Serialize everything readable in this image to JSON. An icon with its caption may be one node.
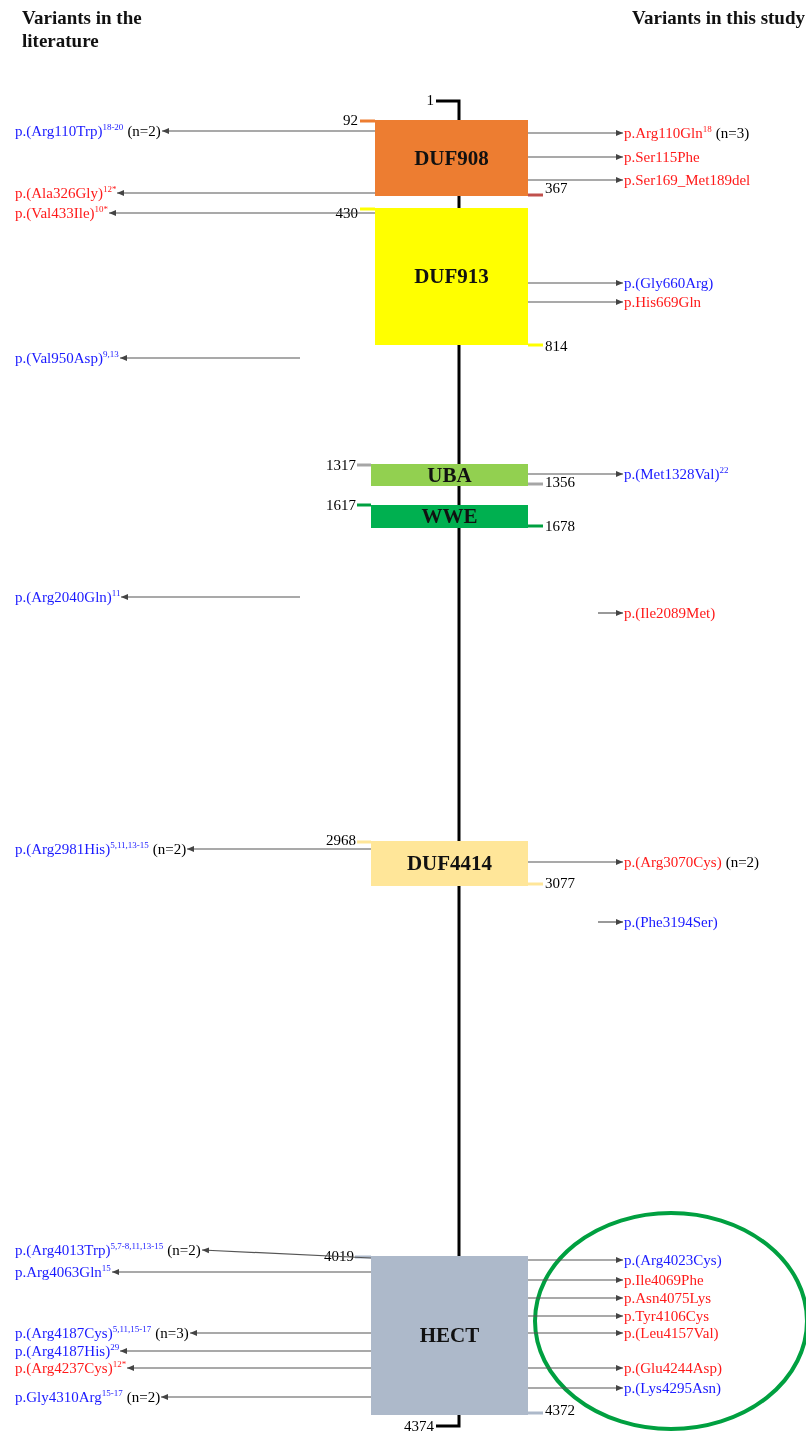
{
  "diagram": {
    "nodes": [
      {
        "text": [
          "DUF908"
        ],
        "beside": [
          "92",
          "367"
        ]
      },
      {
        "text": [
          "DUF913"
        ],
        "beside": [
          "430",
          "814"
        ]
      },
      {
        "text": [
          "UBA"
        ],
        "beside": [
          "1317",
          "1356"
        ]
      },
      {
        "text": [
          "WWE"
        ],
        "beside": [
          "1617",
          "1678"
        ]
      },
      {
        "text": [
          "DUF4414"
        ],
        "beside": [
          "2968",
          "3077"
        ]
      },
      {
        "text": [
          "HECT"
        ],
        "beside": [
          "4019",
          "4372"
        ]
      },
      {
        "text": [],
        "shape": "ellipse"
      },
      {
        "text": [
          "p.(Arg110Trp)$^{18-20}$",
          "(n=2)"
        ]
      },
      {
        "text": [
          "p.(Ala326Gly)$^{12*}$"
        ]
      },
      {
        "text": [
          "p.(Val433Ile)$^{10*}$"
        ]
      },
      {
        "text": [
          "p.(Val950Asp)$^{9,13}$"
        ]
      },
      {
        "text": [
          "p.(Arg2040Gln)$^{11}$"
        ]
      },
      {
        "text": [
          "p.(Arg2981His)$^{5,11,13-15}$",
          "(n=2)"
        ]
      },
      {
        "text": [
          "p.(Arg4013Trp)$^{5,7-8,11,13-15}$",
          "(n=2)"
        ]
      },
      {
        "text": [
          "p.Arg4063Gln$^{15}$"
        ]
      },
      {
        "text": [
          "p.(Arg4187Cys)$^{5,11,15-17}$",
          "(n=3)"
        ]
      },
      {
        "text": [
          "p.(Arg4187His)$^{29}$"
        ]
      },
      {
        "text": [
          "p.(Arg4237Cys)$^{12*}$"
        ]
      },
      {
        "text": [
          "p.Gly4310Arg$^{15-17}$",
          "(n=2)"
        ]
      },
      {
        "text": [
          "p.Arg110Gln$^{18}$",
          "(n=3)"
        ]
      },
      {
        "text": [
          "p.Ser115Phe"
        ]
      },
      {
        "text": [
          "p.Ser169_Met189del"
        ]
      },
      {
        "text": [
          "p.(Gly660Arg)"
        ]
      },
      {
        "text": [
          "p.His669Gln"
        ]
      },
      {
        "text": [
          "p.(Met1328Val)$^{22}$"
        ]
      },
      {
        "text": [
          "p.(Ile2089Met)"
        ]
      },
      {
        "text": [
          "p.(Arg3070Cys)",
          "(n=2)"
        ]
      },
      {
        "text": [
          "p.(Phe3194Ser)"
        ]
      },
      {
        "text": [
          "p.(Arg4023Cys)"
        ],
        "in": 6
      },
      {
        "text": [
          "p.Ile4069Phe"
        ],
        "in": 6
      },
      {
        "text": [
          "p.Asn4075Lys"
        ],
        "in": 6
      },
      {
        "text": [
          "p.Tyr4106Cys"
        ],
        "in": 6
      },
      {
        "text": [
          "p.(Leu4157Val)"
        ],
        "in": 6
      },
      {
        "text": [
          "p.(Glu4244Asp)"
        ],
        "in": 6
      },
      {
        "text": [
          "p.(Lys4295Asn)"
        ],
        "in": 6
      }
    ],
    "edges": [
      {
        "from": 0,
        "to": 7,
        "arrow": "to"
      },
      {
        "from": 0,
        "to": 8,
        "arrow": "to"
      },
      {
        "from": 1,
        "to": 9,
        "arrow": "to"
      },
      {
        "from": null,
        "to": 10,
        "arrow": "to"
      },
      {
        "from": null,
        "to": 11,
        "arrow": "to"
      },
      {
        "from": 4,
        "to": 12,
        "arrow": "to"
      },
      {
        "from": 5,
        "to": 13,
        "arrow": "to"
      },
      {
        "from": 5,
        "to": 14,
        "arrow": "to"
      },
      {
        "from": 5,
        "to": 15,
        "arrow": "to"
      },
      {
        "from": 5,
        "to": 16,
        "arrow": "to"
      },
      {
        "from": 5,
        "to": 17,
        "arrow": "to"
      },
      {
        "from": 5,
        "to": 18,
        "arrow": "to"
      },
      {
        "from": 0,
        "to": 19,
        "arrow": "to"
      },
      {
        "from": 0,
        "to": 20,
        "arrow": "to"
      },
      {
        "from": 0,
        "to": 21,
        "arrow": "to"
      },
      {
        "from": 1,
        "to": 22,
        "arrow": "to"
      },
      {
        "from": 1,
        "to": 23,
        "arrow": "to"
      },
      {
        "from": 2,
        "to": 24,
        "arrow": "to"
      },
      {
        "from": null,
        "to": 25,
        "arrow": "to"
      },
      {
        "from": 4,
        "to": 26,
        "arrow": "to"
      },
      {
        "from": null,
        "to": 27,
        "arrow": "to"
      },
      {
        "from": 5,
        "to": 28,
        "arrow": "to"
      },
      {
        "from": 5,
        "to": 29,
        "arrow": "to"
      },
      {
        "from": 5,
        "to": 30,
        "arrow": "to"
      },
      {
        "from": 5,
        "to": 31,
        "arrow": "to"
      },
      {
        "from": 5,
        "to": 32,
        "arrow": "to"
      },
      {
        "from": 5,
        "to": 33,
        "arrow": "to"
      },
      {
        "from": 5,
        "to": 34,
        "arrow": "to"
      }
    ],
    "labels": [
      "Variants in the literature",
      "Variants in this study",
      "1",
      "4374"
    ]
  }
}
